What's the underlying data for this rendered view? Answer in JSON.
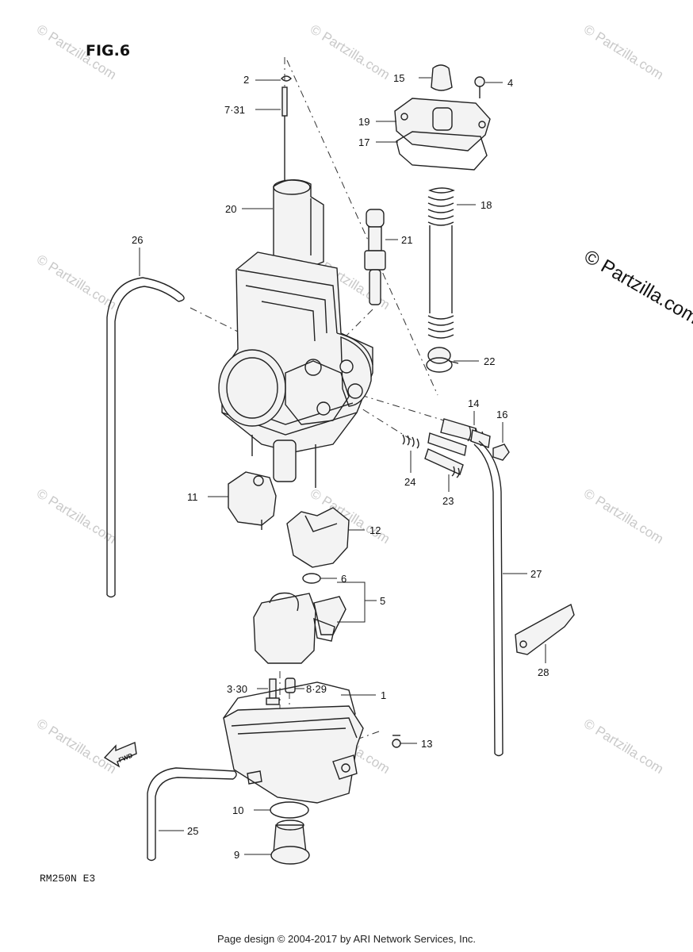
{
  "figure": {
    "title": "FIG.6",
    "model": "RM250N E3"
  },
  "watermarks": {
    "small": "© Partzilla.com",
    "large": "© Partzilla.com"
  },
  "fwd_label": "FWD",
  "footer": "Page design © 2004-2017 by ARI Network Services, Inc.",
  "callouts": {
    "c1": "1",
    "c2": "2",
    "c3_30": "3·30",
    "c4": "4",
    "c5": "5",
    "c6": "6",
    "c7_31": "7·31",
    "c8_29": "8·29",
    "c9": "9",
    "c10": "10",
    "c11": "11",
    "c12": "12",
    "c13": "13",
    "c14": "14",
    "c15": "15",
    "c16": "16",
    "c17": "17",
    "c18": "18",
    "c19": "19",
    "c20": "20",
    "c21": "21",
    "c22": "22",
    "c23": "23",
    "c24": "24",
    "c25": "25",
    "c26": "26",
    "c27": "27",
    "c28": "28"
  }
}
